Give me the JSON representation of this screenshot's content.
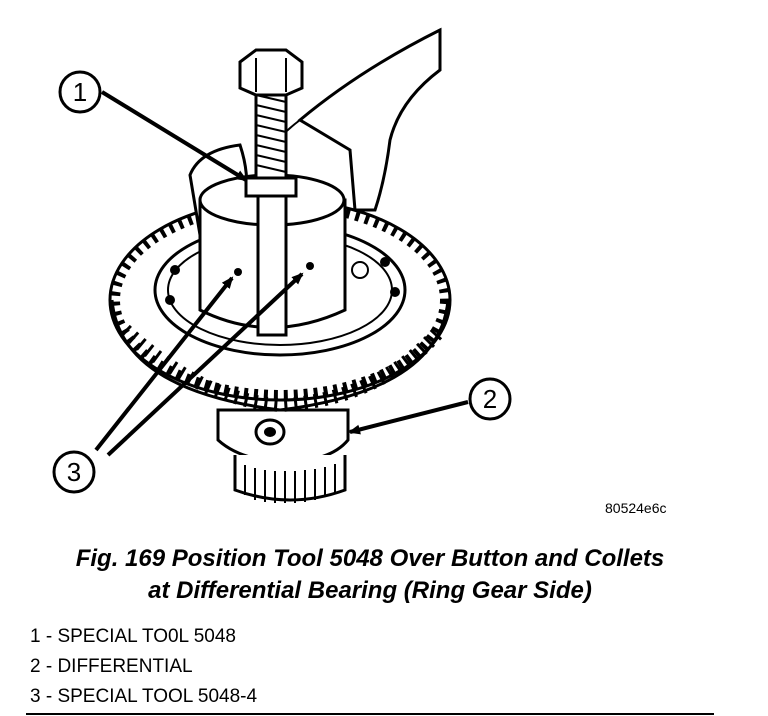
{
  "figure": {
    "callouts": [
      {
        "number": "1"
      },
      {
        "number": "2"
      },
      {
        "number": "3"
      }
    ],
    "code": "80524e6c"
  },
  "caption": {
    "line1": "Fig. 169 Position Tool 5048 Over Button and Collets",
    "line2": "at Differential Bearing (Ring Gear Side)"
  },
  "legend": [
    "1 - SPECIAL TO0L 5048",
    "2 - DIFFERENTIAL",
    "3 - SPECIAL TOOL 5048-4"
  ]
}
